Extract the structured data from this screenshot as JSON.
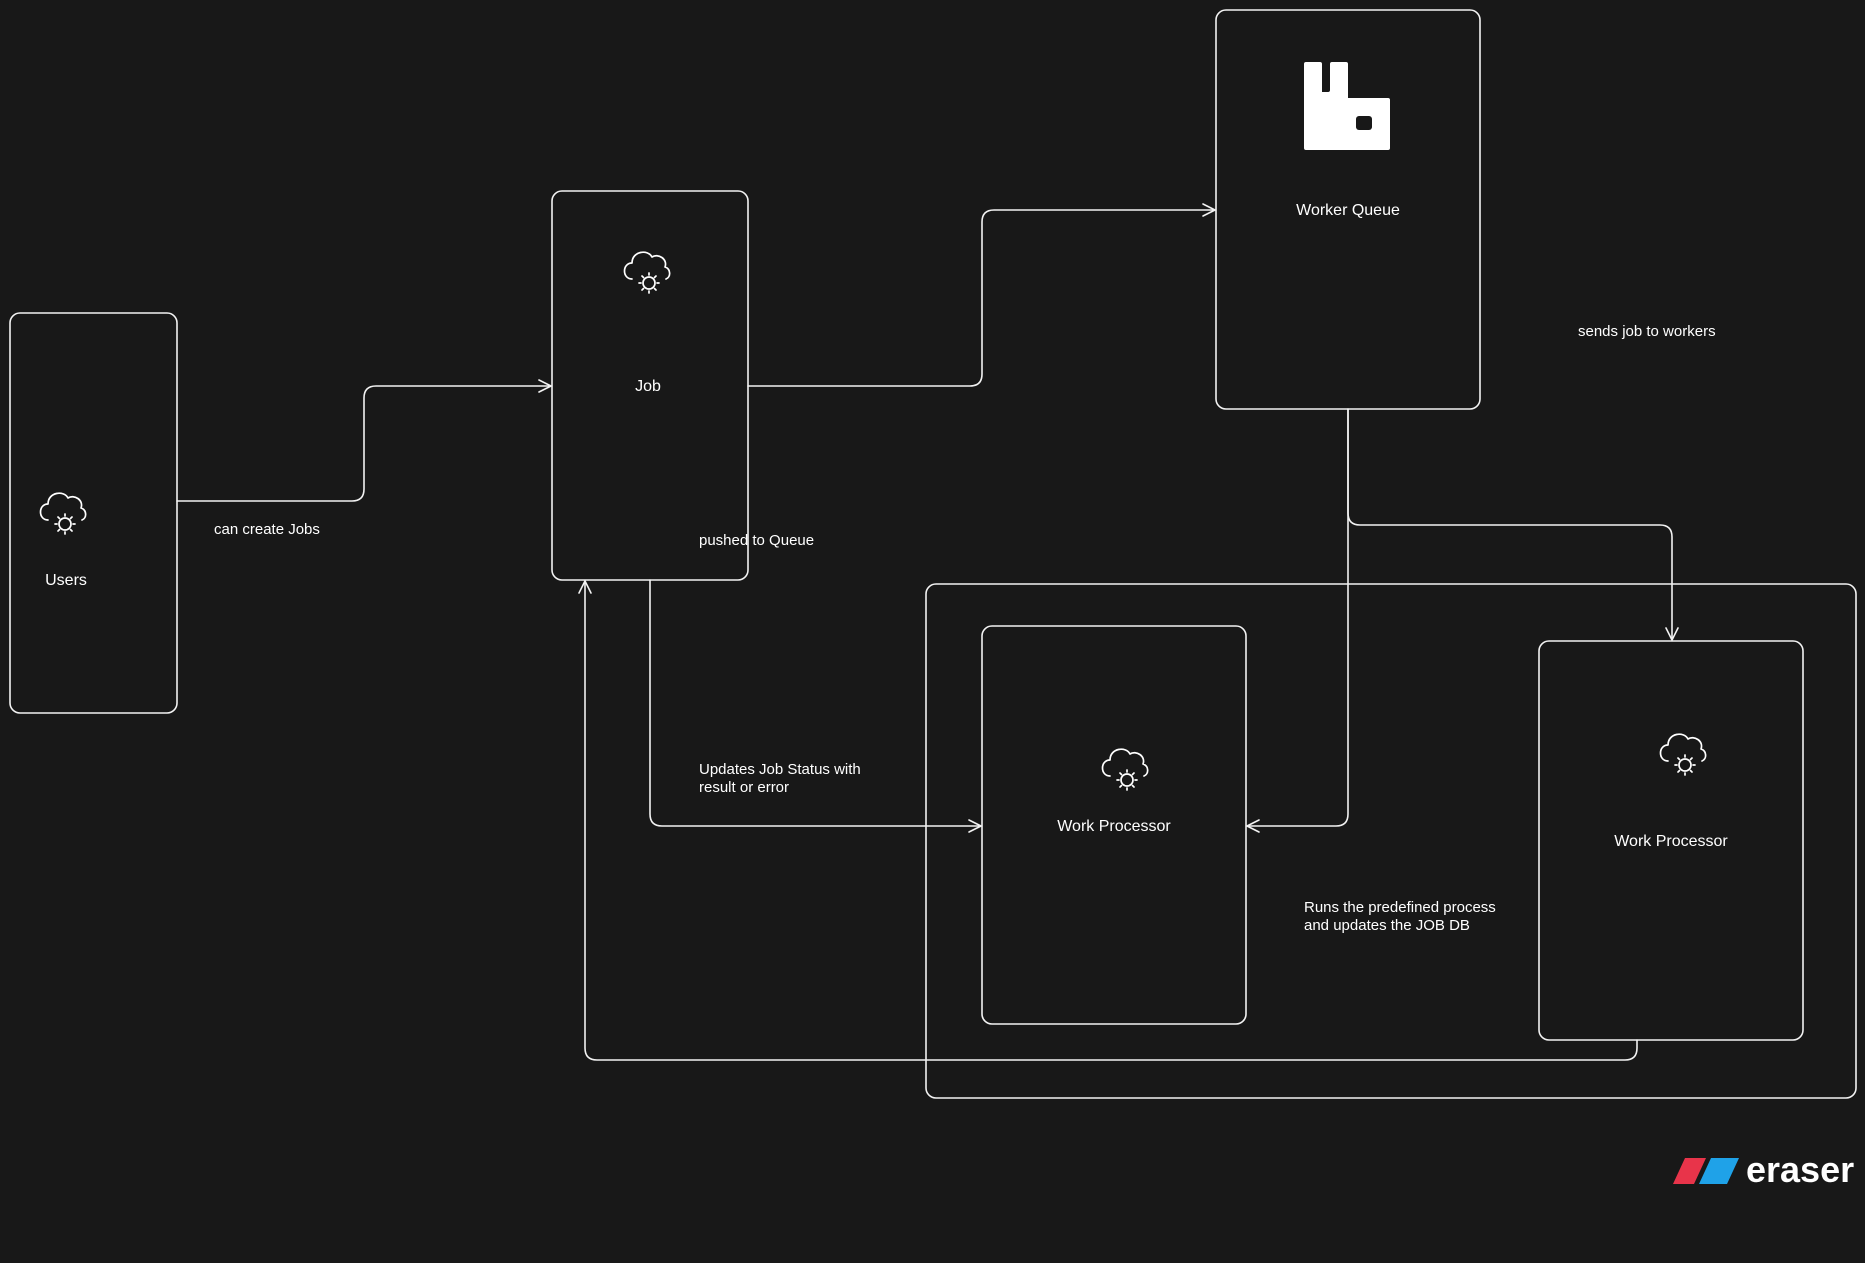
{
  "nodes": {
    "users": {
      "label": "Users",
      "icon": "cloud-gear-icon"
    },
    "job": {
      "label": "Job",
      "icon": "cloud-gear-icon"
    },
    "worker_queue": {
      "label": "Worker Queue",
      "icon": "rabbitmq-icon"
    },
    "work_processor_1": {
      "label": "Work Processor",
      "icon": "cloud-gear-icon"
    },
    "work_processor_2": {
      "label": "Work Processor",
      "icon": "cloud-gear-icon"
    }
  },
  "edge_labels": {
    "users_to_job": "can create Jobs",
    "job_to_queue": "pushed to Queue",
    "queue_to_workers": "sends job to workers",
    "job_to_processor": {
      "line1": "Updates Job Status with",
      "line2": "result or error"
    },
    "processor_note": {
      "line1": "Runs the predefined process",
      "line2": "and updates the JOB DB"
    }
  },
  "branding": {
    "logo_text": "eraser",
    "logo_colors": {
      "left": "#e8344a",
      "right": "#1fa2e8"
    }
  },
  "colors": {
    "background": "#181818",
    "stroke": "#f2f2f2",
    "text": "#ffffff"
  }
}
